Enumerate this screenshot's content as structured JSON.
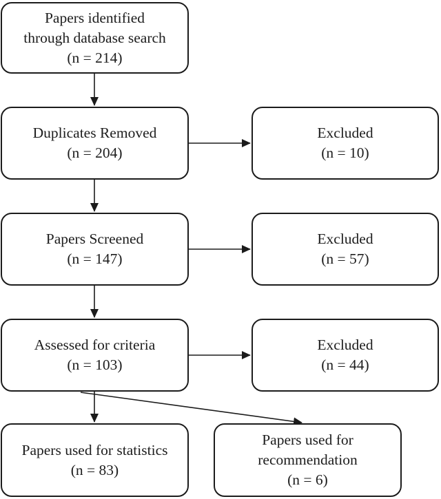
{
  "diagram_type": "flowchart",
  "colors": {
    "background": "#ffffff",
    "box_fill": "#ffffff",
    "box_border": "#1b1b1b",
    "text": "#1d1d1d",
    "arrow": "#1b1b1b"
  },
  "boxes": {
    "identified": {
      "lines": [
        "Papers identified",
        "through database search",
        "(n = 214)"
      ]
    },
    "duplicates": {
      "lines": [
        "Duplicates Removed",
        "(n = 204)"
      ]
    },
    "excluded1": {
      "lines": [
        "Excluded",
        "(n = 10)"
      ]
    },
    "screened": {
      "lines": [
        "Papers Screened",
        "(n = 147)"
      ]
    },
    "excluded2": {
      "lines": [
        "Excluded",
        "(n = 57)"
      ]
    },
    "assessed": {
      "lines": [
        "Assessed for criteria",
        "(n = 103)"
      ]
    },
    "excluded3": {
      "lines": [
        "Excluded",
        "(n = 44)"
      ]
    },
    "statistics": {
      "lines": [
        "Papers used for statistics",
        "(n = 83)"
      ]
    },
    "recommendation": {
      "lines": [
        "Papers used for",
        "recommendation",
        "(n = 6)"
      ]
    }
  },
  "flow": [
    {
      "from": "identified",
      "to": "duplicates"
    },
    {
      "from": "duplicates",
      "to": "excluded1"
    },
    {
      "from": "duplicates",
      "to": "screened"
    },
    {
      "from": "screened",
      "to": "excluded2"
    },
    {
      "from": "screened",
      "to": "assessed"
    },
    {
      "from": "assessed",
      "to": "excluded3"
    },
    {
      "from": "assessed",
      "to": "statistics"
    },
    {
      "from": "assessed",
      "to": "recommendation"
    }
  ]
}
